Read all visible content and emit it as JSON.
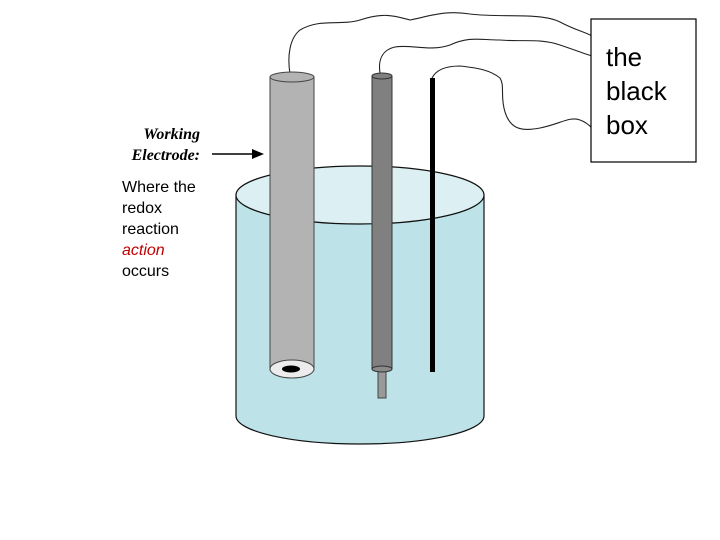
{
  "diagram": {
    "working_electrode_label": "Working Electrode:",
    "description": {
      "line1": "Where the",
      "line2": "redox",
      "line3": "reaction",
      "highlight": "action",
      "line5": "occurs"
    },
    "black_box_label": "the black box"
  },
  "colors": {
    "solution_fill": "#bde3e8",
    "solution_top": "#dcf0f3",
    "working_electrode": "#b3b3b3",
    "reference_electrode": "#808080",
    "counter_electrode": "#000000",
    "highlight_text": "#c00000"
  }
}
